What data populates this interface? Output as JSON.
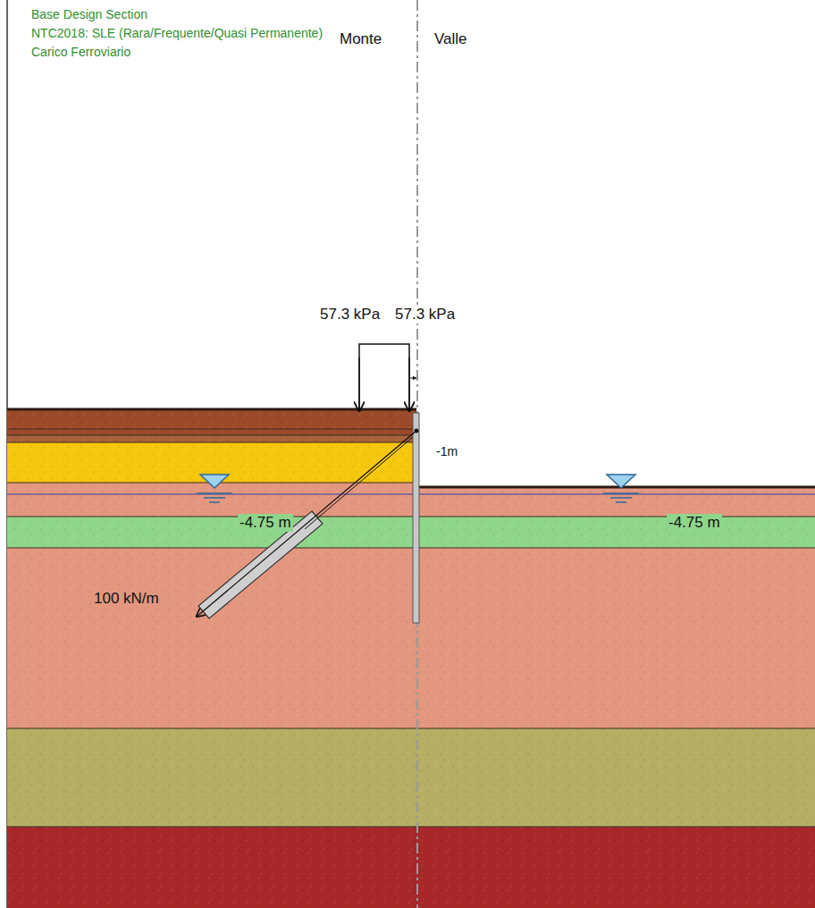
{
  "diagram": {
    "labels": [
      "Base Design Section",
      "NTC2018: SLE (Rara/Frequente/Quasi Permanente)",
      "Carico Ferroviario",
      "Monte",
      "Valle",
      "57.3 kPa",
      "57.3 kPa",
      "-1m",
      "-4.75 m",
      "-4.75 m",
      "100 kN/m"
    ]
  }
}
